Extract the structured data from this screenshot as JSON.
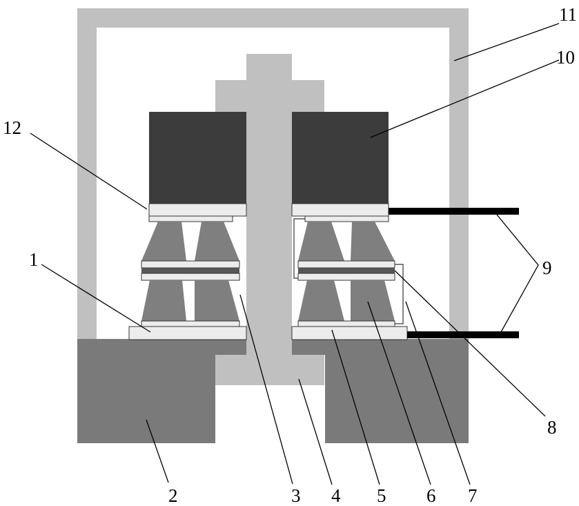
{
  "figure": {
    "labels": {
      "l1": "1",
      "l2": "2",
      "l3": "3",
      "l4": "4",
      "l5": "5",
      "l6": "6",
      "l7": "7",
      "l8": "8",
      "l9": "9",
      "l10": "10",
      "l11": "11",
      "l12": "12"
    },
    "colors": {
      "frame": "#c0c0c0",
      "base": "#7a7a7a",
      "mass": "#3c3c3c",
      "shaft": "#c0c0c0",
      "cone": "#7f7f7f",
      "plate": "#ececec",
      "plate_dark": "#555555",
      "lead": "#000000"
    }
  }
}
